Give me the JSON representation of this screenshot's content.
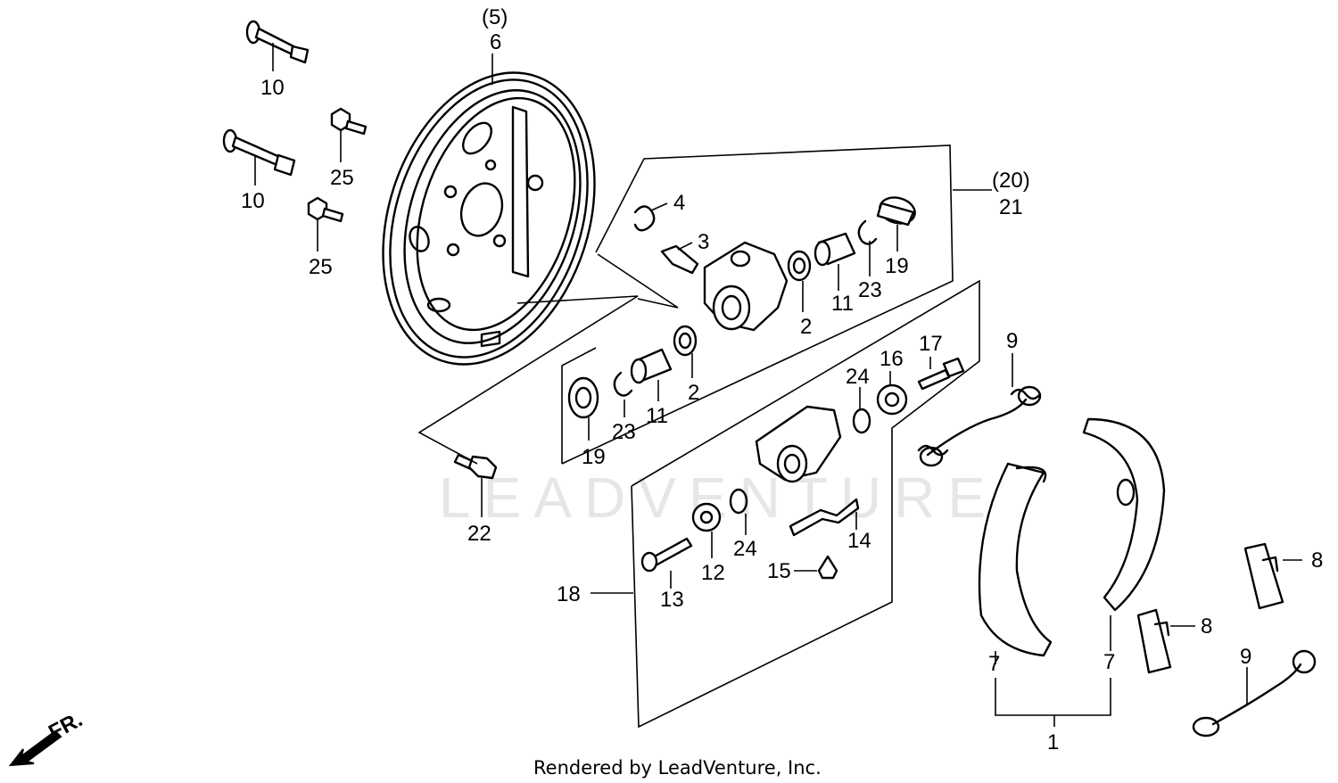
{
  "watermark": "LEADVENTURE",
  "footer": "Rendered by LeadVenture, Inc.",
  "direction_label": "FR.",
  "callouts": [
    {
      "id": "5",
      "text": "(5)"
    },
    {
      "id": "6",
      "text": "6"
    },
    {
      "id": "10a",
      "text": "10"
    },
    {
      "id": "10b",
      "text": "10"
    },
    {
      "id": "25a",
      "text": "25"
    },
    {
      "id": "25b",
      "text": "25"
    },
    {
      "id": "4",
      "text": "4"
    },
    {
      "id": "3",
      "text": "3"
    },
    {
      "id": "20",
      "text": "(20)"
    },
    {
      "id": "21",
      "text": "21"
    },
    {
      "id": "19a",
      "text": "19"
    },
    {
      "id": "23a",
      "text": "23"
    },
    {
      "id": "11a",
      "text": "11"
    },
    {
      "id": "2a",
      "text": "2"
    },
    {
      "id": "2b",
      "text": "2"
    },
    {
      "id": "11b",
      "text": "11"
    },
    {
      "id": "23b",
      "text": "23"
    },
    {
      "id": "19b",
      "text": "19"
    },
    {
      "id": "22",
      "text": "22"
    },
    {
      "id": "9a",
      "text": "9"
    },
    {
      "id": "17",
      "text": "17"
    },
    {
      "id": "16",
      "text": "16"
    },
    {
      "id": "24a",
      "text": "24"
    },
    {
      "id": "24b",
      "text": "24"
    },
    {
      "id": "14",
      "text": "14"
    },
    {
      "id": "12",
      "text": "12"
    },
    {
      "id": "13",
      "text": "13"
    },
    {
      "id": "15",
      "text": "15"
    },
    {
      "id": "18",
      "text": "18"
    },
    {
      "id": "8a",
      "text": "8"
    },
    {
      "id": "8b",
      "text": "8"
    },
    {
      "id": "9b",
      "text": "9"
    },
    {
      "id": "7a",
      "text": "7"
    },
    {
      "id": "7b",
      "text": "7"
    },
    {
      "id": "1",
      "text": "1"
    }
  ]
}
